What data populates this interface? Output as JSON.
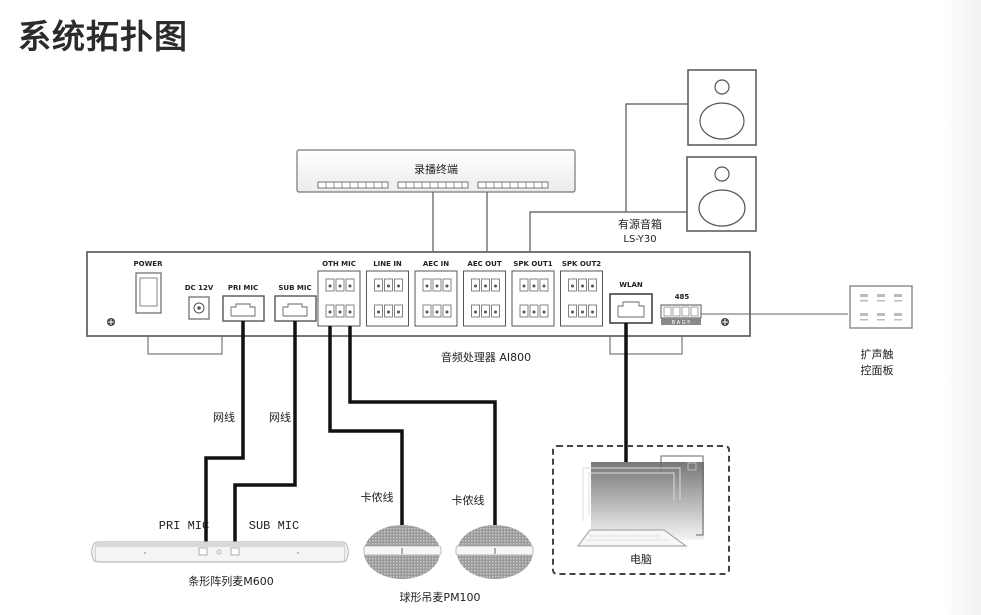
{
  "page": {
    "title": "系统拓扑图"
  },
  "recorder": {
    "label": "录播终端"
  },
  "speakers": {
    "label": "有源音箱",
    "model": "LS-Y30"
  },
  "processor": {
    "label": "音频处理器 AI800",
    "ports": {
      "power": "POWER",
      "dc": "DC 12V",
      "pri_mic": "PRI MIC",
      "sub_mic": "SUB MIC",
      "oth_mic": "OTH MIC",
      "line_in": "LINE IN",
      "aec_in": "AEC IN",
      "aec_out": "AEC OUT",
      "spk_out1": "SPK OUT1",
      "spk_out2": "SPK OUT2",
      "wlan": "WLAN",
      "rs485": "485",
      "rs485_pins": "B A G P"
    }
  },
  "control_panel": {
    "label_line1": "扩声触",
    "label_line2": "控面板"
  },
  "cables": {
    "network1": "网线",
    "network2": "网线",
    "xlr1": "卡侬线",
    "xlr2": "卡侬线"
  },
  "array_mic": {
    "pri_label": "PRI MIC",
    "sub_label": "SUB MIC",
    "name": "条形阵列麦M600"
  },
  "ceiling_mic": {
    "name": "球形吊麦PM100"
  },
  "computer": {
    "label": "电脑"
  }
}
